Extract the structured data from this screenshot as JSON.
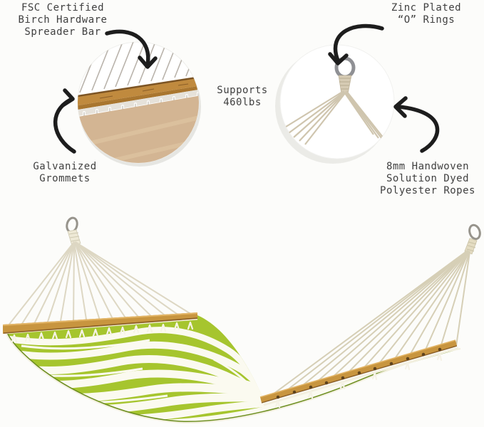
{
  "callouts": {
    "spreader_bar_label": "FSC Certified\nBirch Hardware\nSpreader Bar",
    "o_rings_label": "Zinc Plated\n“O” Rings",
    "supports_label": "Supports\n460lbs",
    "grommets_label": "Galvanized\nGrommets",
    "ropes_label": "8mm Handwoven\nSolution Dyed\nPolyester Ropes"
  },
  "icons": {
    "curved_arrow": "hand-drawn curved black arrow",
    "o_ring": "metal o-ring",
    "detail_circle": "zoomed product detail circle"
  },
  "colors": {
    "background": "#fcfcfa",
    "text": "#3f3f3f",
    "arrow_black": "#1d1d1d",
    "fabric_green": "#a6c52e",
    "fabric_green_shadow": "#6b8d1e",
    "stripe_cream": "#fbfaf0",
    "wood_amber": "#c8953f",
    "rope_ivory": "#ddd7c3",
    "metal_gray": "#8f9094",
    "detail_fabric_tan": "#d3b593"
  }
}
